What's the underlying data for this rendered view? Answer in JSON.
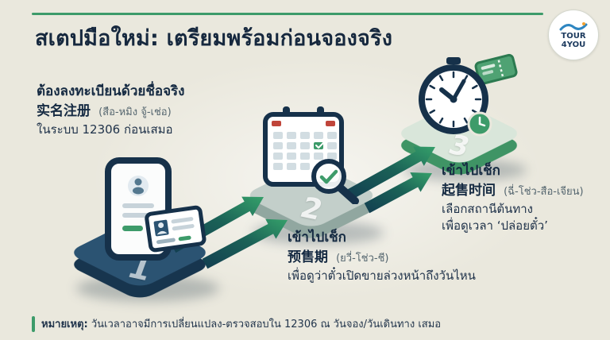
{
  "header": {
    "title": "สเตปมือใหม่: เตรียมพร้อมก่อนจองจริง",
    "logo": {
      "line1": "TOUR",
      "line2": "4YOU"
    }
  },
  "steps": [
    {
      "number": "1",
      "heading": "ต้องลงทะเบียนด้วยชื่อจริง",
      "chinese": "实名注册",
      "phonetic": "(สือ-หมิง จู้-เช่อ)",
      "lines": [
        "ในระบบ 12306 ก่อนเสมอ"
      ]
    },
    {
      "number": "2",
      "heading": "เข้าไปเช็ก",
      "chinese": "预售期",
      "phonetic": "(ยวี่-โช่ว-ชี)",
      "lines": [
        "เพื่อดูว่าตั๋วเปิดขายล่วงหน้าถึงวันไหน"
      ]
    },
    {
      "number": "3",
      "heading": "เข้าไปเช็ก",
      "chinese": "起售时间",
      "phonetic": "(ฉี่-โช่ว-สือ-เจียน)",
      "lines": [
        "เลือกสถานีต้นทาง",
        "เพื่อดูเวลา ‘ปล่อยตั๋ว’"
      ]
    }
  ],
  "footer": {
    "label": "หมายเหตุ:",
    "text": "วันเวลาอาจมีการเปลี่ยนแปลง-ตรวจสอบใน 12306 ณ วันจอง/วันเดินทาง เสมอ"
  },
  "colors": {
    "background": "#eae8dd",
    "navy": "#16283e",
    "green": "#3d9b6a",
    "teal_dark": "#123d50"
  },
  "icons": [
    "logo-wave-icon",
    "phone-icon",
    "id-card-icon",
    "calendar-icon",
    "magnifier-icon",
    "clock-icon",
    "ticket-icon",
    "arrow-icon"
  ]
}
